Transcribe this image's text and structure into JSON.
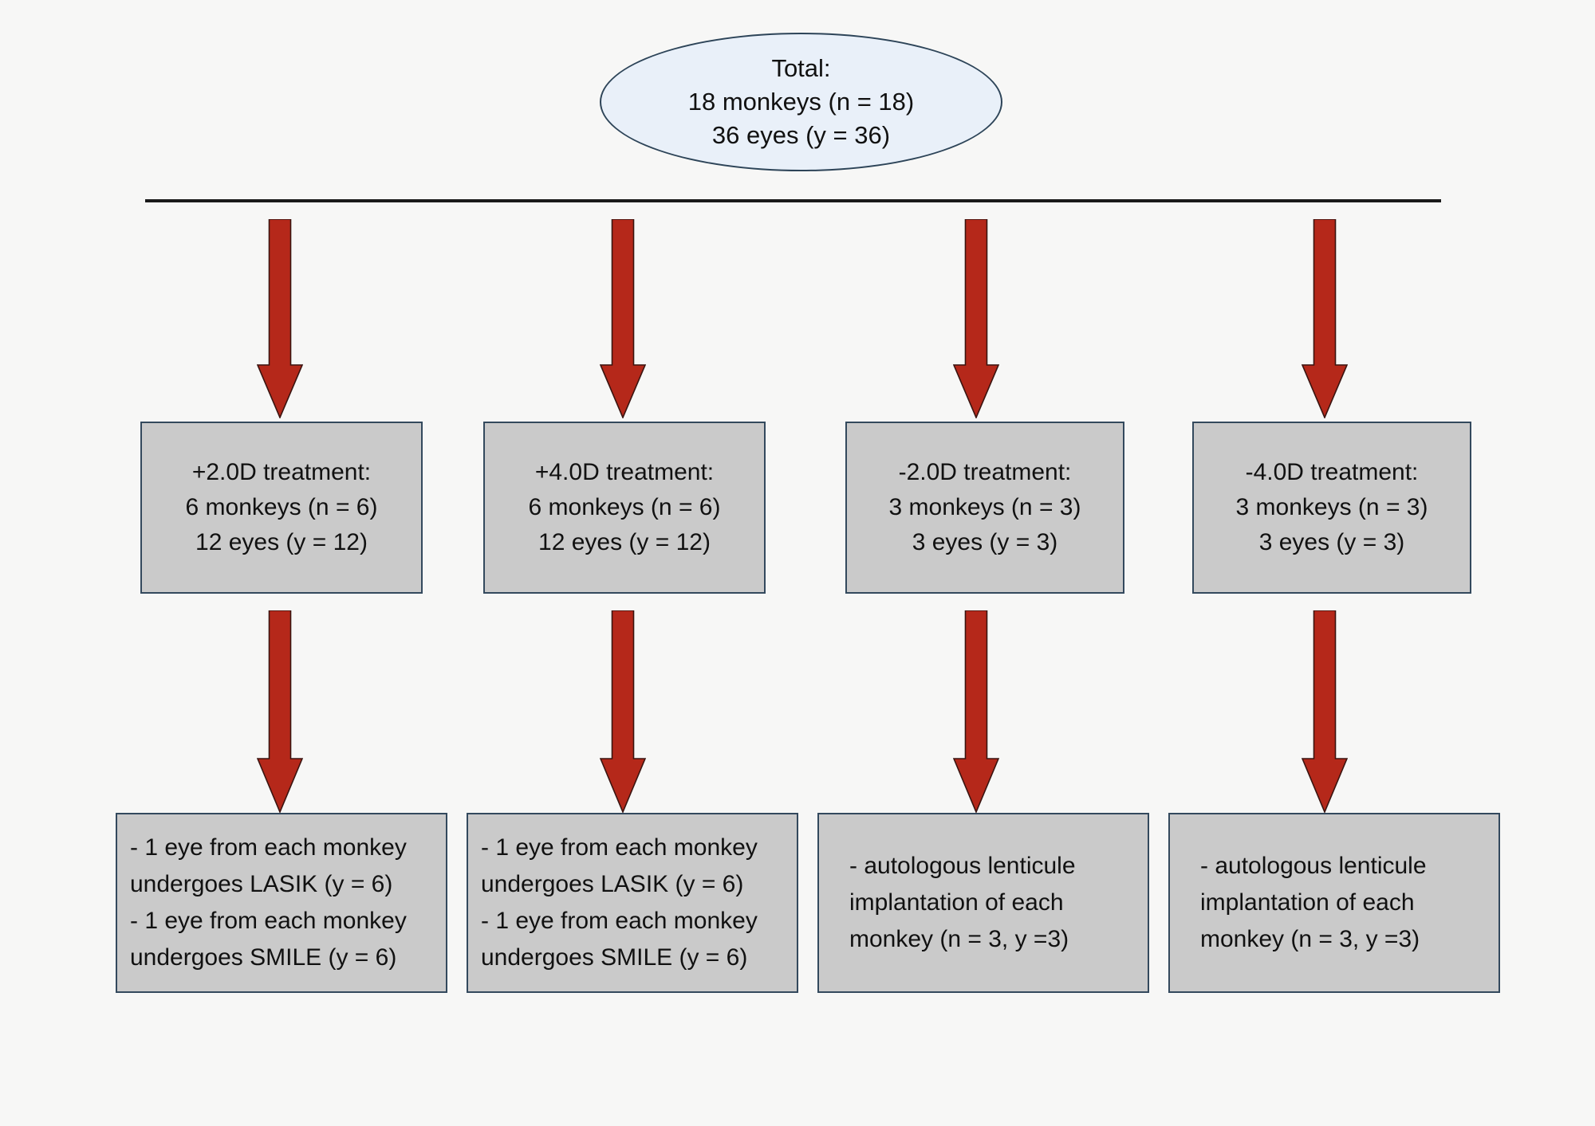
{
  "figure": {
    "type": "flowchart",
    "orientation": "top-down",
    "colors": {
      "background": "#f7f7f6",
      "ellipse_fill": "#e9f0f9",
      "box_fill": "#cacaca",
      "shape_border": "#33495d",
      "arrow_fill": "#b5281a",
      "arrow_border": "#3a1410",
      "connector_line": "#1a1a1a",
      "text": "#111111"
    }
  },
  "root": {
    "shape": "ellipse",
    "lines": [
      "Total:",
      "18 monkeys (n = 18)",
      "36 eyes (y = 36)"
    ]
  },
  "arrows_row1": [
    {
      "name": "arrow-to-group-1"
    },
    {
      "name": "arrow-to-group-2"
    },
    {
      "name": "arrow-to-group-3"
    },
    {
      "name": "arrow-to-group-4"
    }
  ],
  "groups": [
    {
      "id": "plus-2d",
      "lines": [
        "+2.0D treatment:",
        "6 monkeys (n = 6)",
        "12 eyes (y = 12)"
      ]
    },
    {
      "id": "plus-4d",
      "lines": [
        "+4.0D treatment:",
        "6 monkeys (n = 6)",
        "12 eyes (y = 12)"
      ]
    },
    {
      "id": "minus-2d",
      "lines": [
        "-2.0D treatment:",
        "3 monkeys (n = 3)",
        "3 eyes (y = 3)"
      ]
    },
    {
      "id": "minus-4d",
      "lines": [
        "-4.0D treatment:",
        "3 monkeys (n = 3)",
        "3 eyes (y = 3)"
      ]
    }
  ],
  "arrows_row2": [
    {
      "name": "arrow-to-procedure-1"
    },
    {
      "name": "arrow-to-procedure-2"
    },
    {
      "name": "arrow-to-procedure-3"
    },
    {
      "name": "arrow-to-procedure-4"
    }
  ],
  "procedures": [
    {
      "id": "lasik-smile-plus-2d",
      "lines": [
        "- 1 eye from each monkey",
        "undergoes LASIK (y = 6)",
        "- 1 eye from each monkey",
        "undergoes SMILE (y = 6)"
      ]
    },
    {
      "id": "lasik-smile-plus-4d",
      "lines": [
        "- 1 eye from each monkey",
        "undergoes LASIK (y = 6)",
        "- 1 eye from each monkey",
        "undergoes SMILE (y = 6)"
      ]
    },
    {
      "id": "lenticule-minus-2d",
      "lines": [
        "- autologous lenticule",
        "implantation of each",
        "monkey (n = 3, y =3)"
      ]
    },
    {
      "id": "lenticule-minus-4d",
      "lines": [
        "- autologous lenticule",
        "implantation of each",
        "monkey (n = 3, y =3)"
      ]
    }
  ]
}
